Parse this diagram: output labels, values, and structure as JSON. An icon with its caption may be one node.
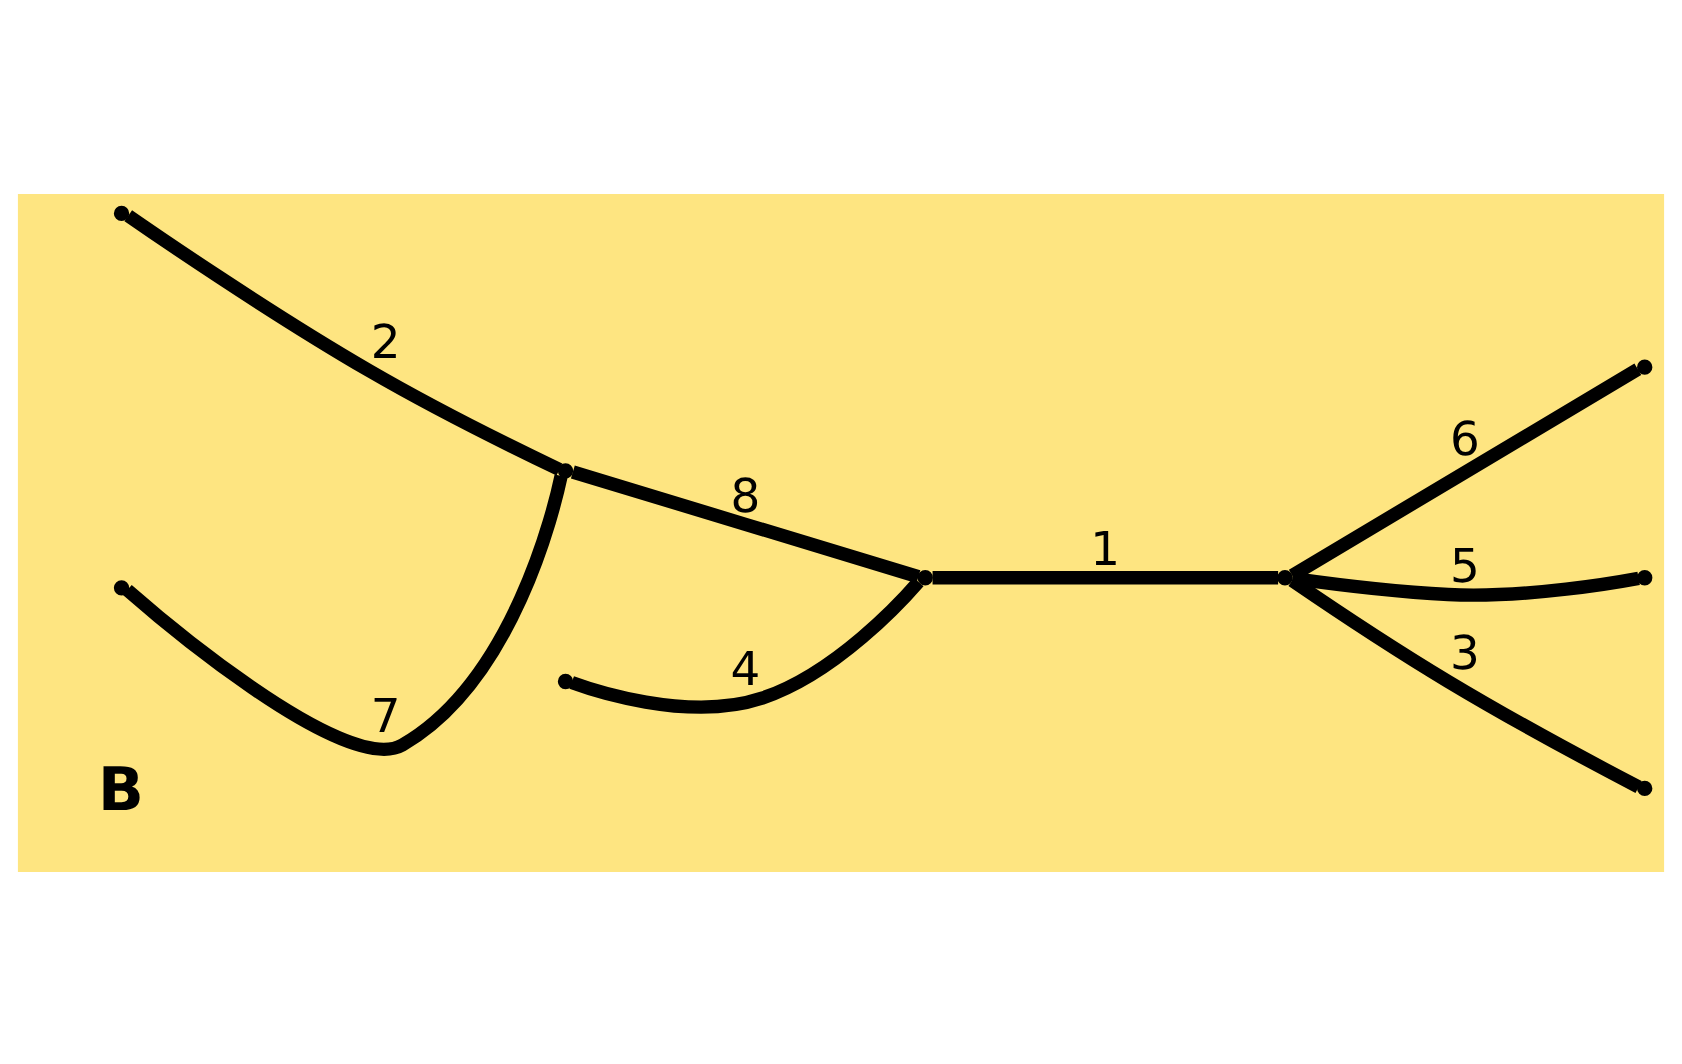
{
  "diagram": {
    "nodes": [
      {
        "text": [],
        "shape": "point"
      },
      {
        "text": [],
        "shape": "point"
      },
      {
        "text": [],
        "shape": "point"
      },
      {
        "text": [],
        "shape": "point"
      },
      {
        "text": [],
        "shape": "point"
      },
      {
        "text": [],
        "shape": "point"
      },
      {
        "text": [],
        "shape": "point"
      },
      {
        "text": [],
        "shape": "point"
      },
      {
        "text": [],
        "shape": "point"
      }
    ],
    "edges": [
      {
        "from": 0,
        "to": 1,
        "arrow": "none",
        "label": "1"
      },
      {
        "from": 2,
        "to": 6,
        "arrow": "none",
        "label": "2"
      },
      {
        "from": 1,
        "to": 7,
        "arrow": "none",
        "label": "3"
      },
      {
        "from": 3,
        "to": 0,
        "arrow": "none",
        "label": "4"
      },
      {
        "from": 1,
        "to": 5,
        "arrow": "none",
        "label": "5"
      },
      {
        "from": 1,
        "to": 4,
        "arrow": "none",
        "label": "6"
      },
      {
        "from": 2,
        "to": 8,
        "arrow": "none",
        "label": "7"
      },
      {
        "from": 2,
        "to": 0,
        "arrow": "none",
        "label": "8"
      }
    ],
    "labels": [
      "B"
    ]
  }
}
